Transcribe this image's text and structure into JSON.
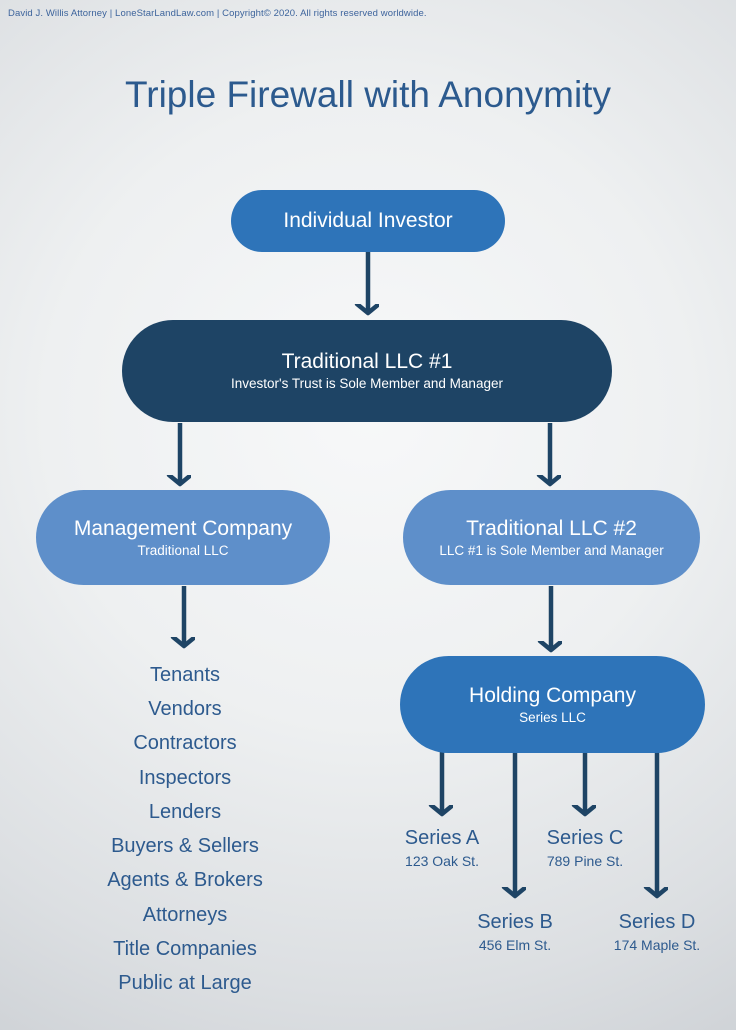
{
  "header": {
    "credit_line": "David J. Willis Attorney  |  LoneStarLandLaw.com  |  Copyright© 2020. All rights reserved worldwide.",
    "title": "Triple Firewall with Anonymity"
  },
  "colors": {
    "navy": "#1e4465",
    "medium_blue": "#2e74b9",
    "light_blue": "#5e8fca",
    "heading_text": "#2c5a8e",
    "list_text": "#2d5a8e",
    "arrow": "#1e4465"
  },
  "nodes": {
    "investor": {
      "title": "Individual Investor",
      "subtitle": ""
    },
    "llc1": {
      "title": "Traditional LLC #1",
      "subtitle": "Investor's Trust is Sole Member and Manager"
    },
    "management": {
      "title": "Management Company",
      "subtitle": "Traditional LLC"
    },
    "llc2": {
      "title": "Traditional LLC #2",
      "subtitle": "LLC #1 is Sole Member and Manager"
    },
    "holding": {
      "title": "Holding Company",
      "subtitle": "Series LLC"
    }
  },
  "downstream_parties": [
    "Tenants",
    "Vendors",
    "Contractors",
    "Inspectors",
    "Lenders",
    "Buyers & Sellers",
    "Agents & Brokers",
    "Attorneys",
    "Title Companies",
    "Public at Large"
  ],
  "series": [
    {
      "name": "Series A",
      "address": "123 Oak St."
    },
    {
      "name": "Series B",
      "address": "456 Elm St."
    },
    {
      "name": "Series C",
      "address": "789 Pine St."
    },
    {
      "name": "Series D",
      "address": "174 Maple St."
    }
  ]
}
